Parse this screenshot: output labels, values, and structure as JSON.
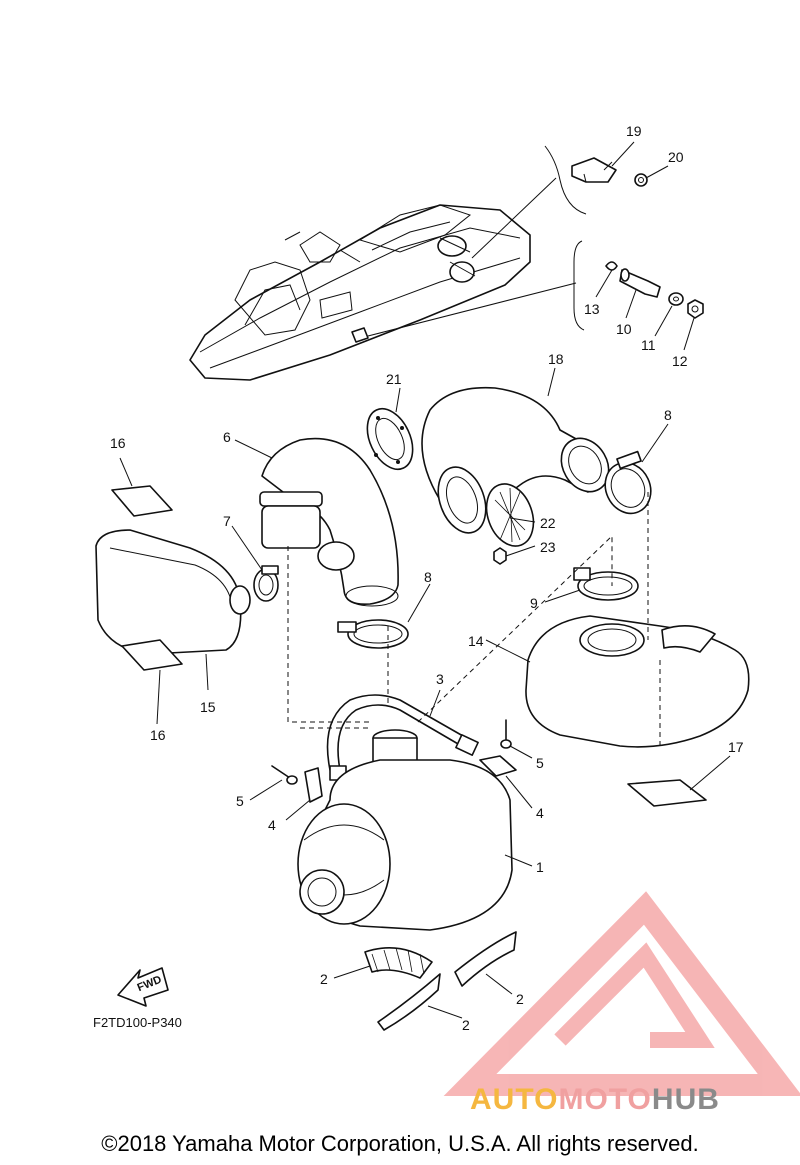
{
  "diagram": {
    "callouts": [
      {
        "id": "c19",
        "label": "19"
      },
      {
        "id": "c20",
        "label": "20"
      },
      {
        "id": "c13",
        "label": "13"
      },
      {
        "id": "c10",
        "label": "10"
      },
      {
        "id": "c11",
        "label": "11"
      },
      {
        "id": "c12",
        "label": "12"
      },
      {
        "id": "c21",
        "label": "21"
      },
      {
        "id": "c18",
        "label": "18"
      },
      {
        "id": "c8a",
        "label": "8"
      },
      {
        "id": "c16a",
        "label": "16"
      },
      {
        "id": "c6",
        "label": "6"
      },
      {
        "id": "c7",
        "label": "7"
      },
      {
        "id": "c22",
        "label": "22"
      },
      {
        "id": "c23",
        "label": "23"
      },
      {
        "id": "c8b",
        "label": "8"
      },
      {
        "id": "c9",
        "label": "9"
      },
      {
        "id": "c14",
        "label": "14"
      },
      {
        "id": "c15",
        "label": "15"
      },
      {
        "id": "c16b",
        "label": "16"
      },
      {
        "id": "c3",
        "label": "3"
      },
      {
        "id": "c5a",
        "label": "5"
      },
      {
        "id": "c17",
        "label": "17"
      },
      {
        "id": "c5b",
        "label": "5"
      },
      {
        "id": "c4a",
        "label": "4"
      },
      {
        "id": "c4b",
        "label": "4"
      },
      {
        "id": "c1",
        "label": "1"
      },
      {
        "id": "c2a",
        "label": "2"
      },
      {
        "id": "c2b",
        "label": "2"
      },
      {
        "id": "c2c",
        "label": "2"
      }
    ],
    "fwd_label": "FWD",
    "reference_code": "F2TD100-P340"
  },
  "watermark": {
    "part1": "AUTO",
    "part2": "MOTO",
    "part3": "HUB",
    "colors": {
      "auto": "#f5b740",
      "moto": "#f0a0a0",
      "hub": "#8a8a8a",
      "logo": "#f07a7a"
    }
  },
  "footer": {
    "copyright": "©2018 Yamaha Motor Corporation, U.S.A. All rights reserved."
  }
}
